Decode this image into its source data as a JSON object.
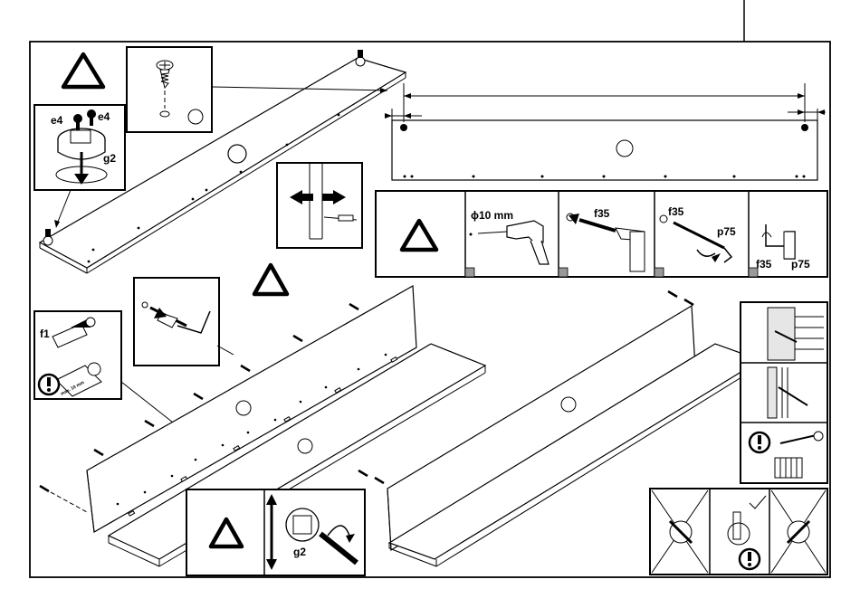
{
  "labels": {
    "fitting_left": "e4",
    "fitting_right": "e4",
    "fitting_bottom": "g2",
    "drill": "ϕ10 mm",
    "plug_a": "f35",
    "plug_b": "f35",
    "hook_a": "p75",
    "hook_plug": "f35",
    "hook_b": "p75",
    "peg": "f1",
    "peg_note": "max. 10 mm",
    "cam": "g2"
  },
  "colors": {
    "line": "#000000",
    "background": "#ffffff",
    "shade": "#9a9a9a"
  }
}
